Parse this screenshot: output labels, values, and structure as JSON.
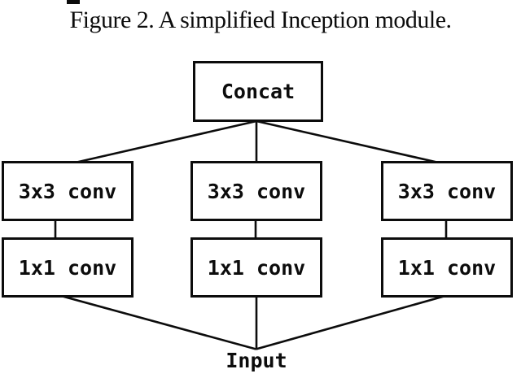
{
  "caption": "Figure 2. A simplified Inception module.",
  "diagram": {
    "concat": "Concat",
    "branches": [
      {
        "top": "3x3 conv",
        "bottom": "1x1 conv"
      },
      {
        "top": "3x3 conv",
        "bottom": "1x1 conv"
      },
      {
        "top": "3x3 conv",
        "bottom": "1x1 conv"
      }
    ],
    "input": "Input"
  },
  "colors": {
    "ink": "#0c0c0c",
    "background": "#ffffff"
  }
}
